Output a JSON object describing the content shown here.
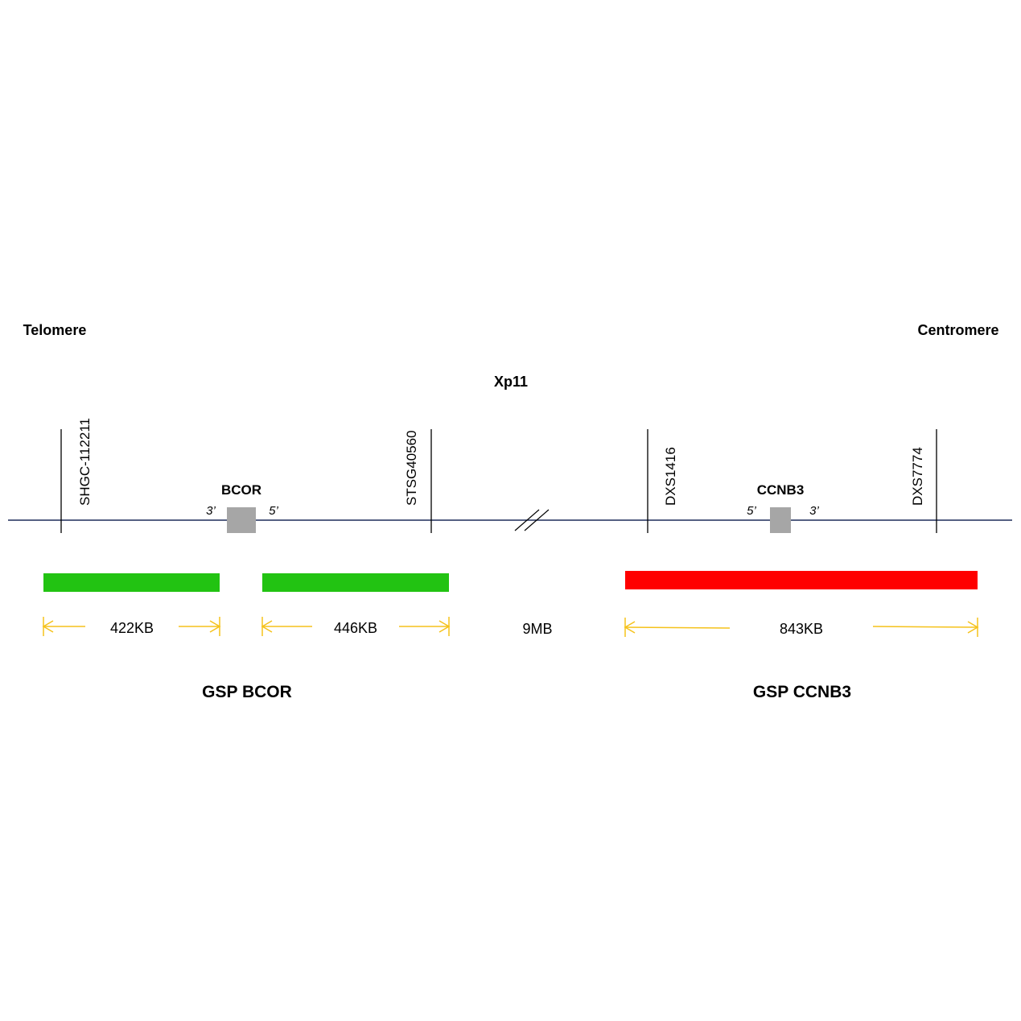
{
  "labels": {
    "telomere": "Telomere",
    "centromere": "Centromere",
    "band": "Xp11"
  },
  "markers": [
    "SHGC-112211",
    "STSG40560",
    "DXS1416",
    "DXS7774"
  ],
  "genes": {
    "bcor": {
      "name": "BCOR",
      "left_end": "3’",
      "right_end": "5’"
    },
    "ccnb3": {
      "name": "CCNB3",
      "left_end": "5’",
      "right_end": "3’"
    }
  },
  "probes": {
    "bcor_left": {
      "size": "422KB"
    },
    "bcor_right": {
      "size": "446KB"
    },
    "gap": {
      "size": "9MB"
    },
    "ccnb3": {
      "size": "843KB"
    }
  },
  "probe_names": {
    "bcor": "GSP BCOR",
    "ccnb3": "GSP CCNB3"
  },
  "colors": {
    "chromosome_line": "#1f2d5a",
    "gene_box": "#a6a6a6",
    "bcor_probe": "#22c312",
    "ccnb3_probe": "#ff0000",
    "size_arrow": "#f5c21b"
  }
}
